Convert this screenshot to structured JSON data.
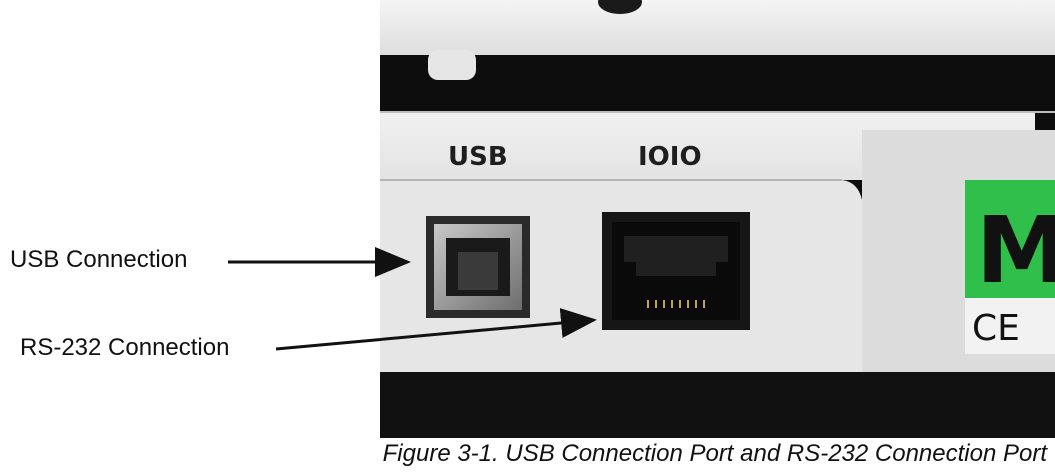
{
  "labels": {
    "usb": "USB Connection",
    "rs232": "RS-232 Connection"
  },
  "device_text": {
    "usb": "USB",
    "serial": "IOIO",
    "badge_letter": "M",
    "ce_mark": "CE"
  },
  "caption": "Figure 3-1. USB Connection Port and RS-232 Connection Port",
  "colors": {
    "panel": "#ececec",
    "panel_shade": "#d9d9d9",
    "dark": "#0d0d0d",
    "badge_green": "#2fbf4a",
    "port_metal": "#9a9a9a"
  }
}
